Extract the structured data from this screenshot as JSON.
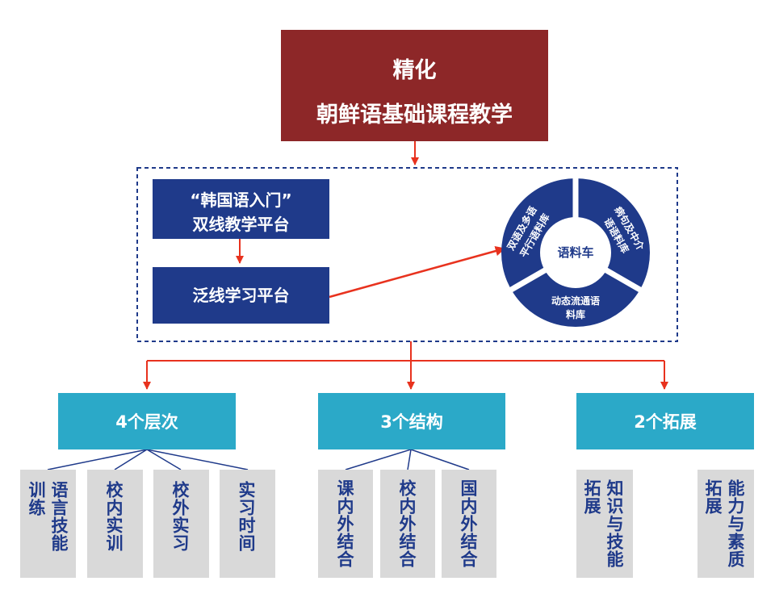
{
  "top": {
    "line1": "精化",
    "line2": "朝鲜语基础课程教学"
  },
  "platform_a": {
    "line1": "“韩国语入门”",
    "line2": "双线教学平台"
  },
  "platform_b": {
    "label": "泛线学习平台"
  },
  "corpus": {
    "center": "语料车",
    "seg_left": [
      "双语及多语",
      "平行语料库"
    ],
    "seg_right": [
      "病句及中介",
      "语语料库"
    ],
    "seg_bottom": [
      "动态流通语",
      "料库"
    ]
  },
  "branches": [
    {
      "label": "4个层次",
      "leaves": [
        [
          "训练",
          "语言技能"
        ],
        [
          "校内实训"
        ],
        [
          "校外实习"
        ],
        [
          "实习时间"
        ]
      ]
    },
    {
      "label": "3个结构",
      "leaves": [
        [
          "课内外结合"
        ],
        [
          "校内外结合"
        ],
        [
          "国内外结合"
        ]
      ]
    },
    {
      "label": "2个拓展",
      "leaves": [
        [
          "拓展",
          "知识与技能"
        ],
        [
          "拓展",
          "能力与素质"
        ]
      ]
    }
  ],
  "colors": {
    "top": "#8d2728",
    "navy": "#1f3a8a",
    "teal": "#2ba9c8",
    "leaf_bg": "#d9d9d9",
    "arrow": "#e8321e"
  }
}
